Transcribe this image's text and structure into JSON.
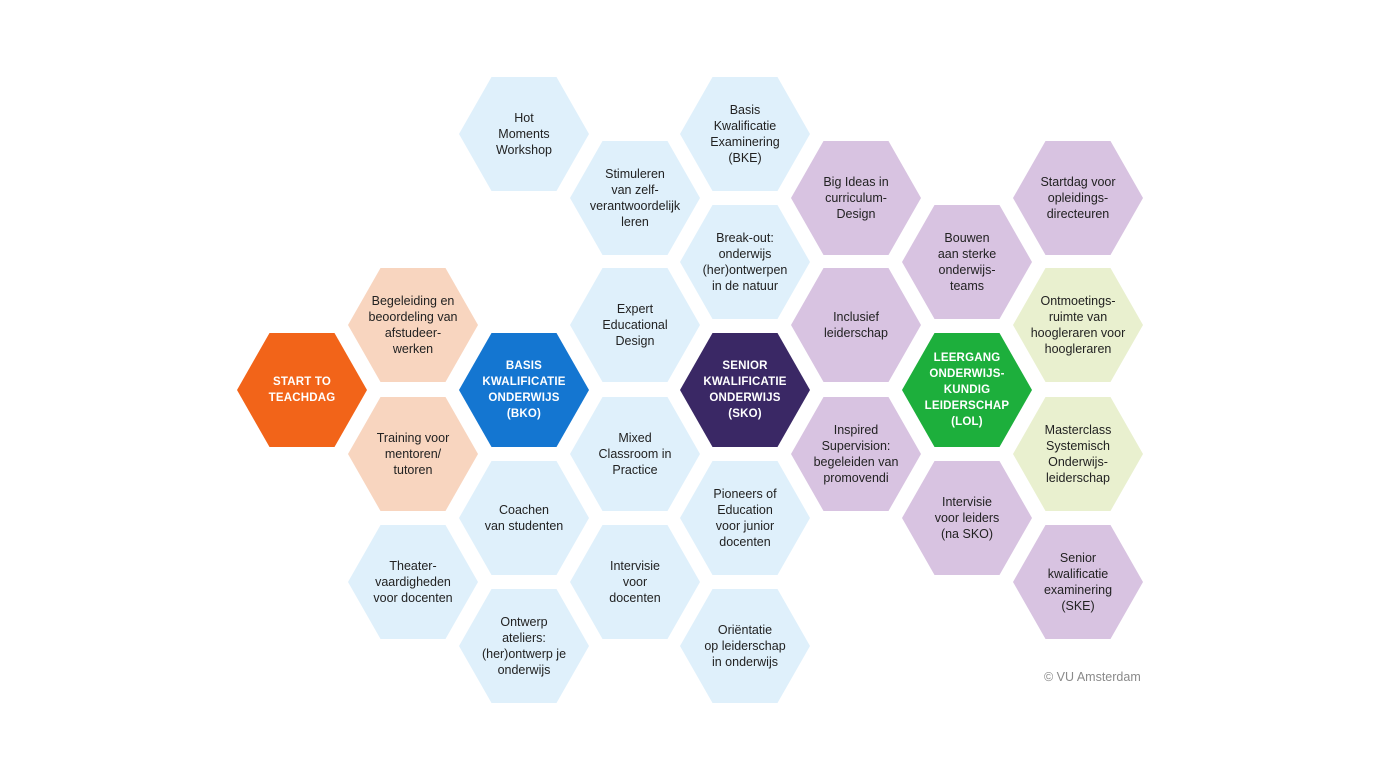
{
  "colors": {
    "light_blue": "#dff0fb",
    "peach": "#f8d5bf",
    "lavender": "#d8c3e1",
    "light_green": "#e9f0cf",
    "orange": "#f26419",
    "blue": "#1476d1",
    "purple": "#3a2865",
    "green": "#1daf3c"
  },
  "nodes": {
    "start": "START TO\nTEACHDAG",
    "bko": "BASIS\nKWALIFICATIE\nONDERWIJS\n(BKO)",
    "sko": "SENIOR\nKWALIFICATIE\nONDERWIJS\n(SKO)",
    "lol": "LEERGANG\nONDERWIJS-\nKUNDIG\nLEIDERSCHAP\n(LOL)",
    "begeleiding": "Begeleiding en\nbeoordeling van\nafstudeer-\nwerken",
    "training": "Training voor\nmentoren/\ntutoren",
    "theater": "Theater-\nvaardigheden\nvoor docenten",
    "hot_moments": "Hot\nMoments\nWorkshop",
    "coachen": "Coachen\nvan studenten",
    "ontwerp_ateliers": "Ontwerp\nateliers:\n(her)ontwerp je\nonderwijs",
    "stimuleren": "Stimuleren\nvan zelf-\nverantwoordelijk\nleren",
    "expert_design": "Expert\nEducational\nDesign",
    "mixed_classroom": "Mixed\nClassroom in\nPractice",
    "intervisie_docenten": "Intervisie\nvoor\ndocenten",
    "bke": "Basis\nKwalificatie\nExaminering\n(BKE)",
    "break_out": "Break-out:\nonderwijs\n(her)ontwerpen\nin de natuur",
    "pioneers": "Pioneers of\nEducation\nvoor junior\ndocenten",
    "orientatie": "Oriëntatie\nop leiderschap\nin onderwijs",
    "big_ideas": "Big Ideas in\ncurriculum-\nDesign",
    "inclusief": "Inclusief\nleiderschap",
    "inspired": "Inspired\nSupervision:\nbegeleiden van\npromovendi",
    "bouwen": "Bouwen\naan sterke\nonderwijs-\nteams",
    "intervisie_leiders": "Intervisie\nvoor leiders\n(na SKO)",
    "startdag": "Startdag voor\nopleidings-\ndirecteuren",
    "ontmoetings": "Ontmoetings-\nruimte van\nhoogleraren voor\nhoogleraren",
    "masterclass": "Masterclass\nSystemisch\nOnderwijs-\nleiderschap",
    "ske": "Senior\nkwalificatie\nexaminering\n(SKE)"
  },
  "footer": {
    "copyright": "© VU Amsterdam"
  }
}
